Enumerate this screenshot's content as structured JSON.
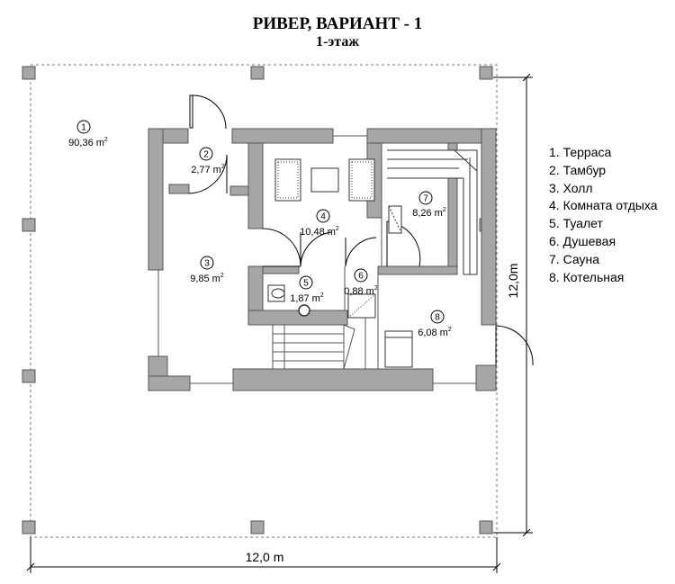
{
  "title": "РИВЕР, ВАРИАНТ - 1",
  "subtitle": "1-этаж",
  "legend": [
    "1. Терраса",
    "2. Тамбур",
    "3. Холл",
    "4. Комната отдыха",
    "5. Туалет",
    "6. Душевая",
    "7. Сауна",
    "8. Котельная"
  ],
  "rooms": [
    {
      "num": "1",
      "area": "90,36",
      "unit": "m",
      "exp": "2"
    },
    {
      "num": "2",
      "area": "2,77",
      "unit": "m",
      "exp": "2"
    },
    {
      "num": "3",
      "area": "9,85",
      "unit": "m",
      "exp": "2"
    },
    {
      "num": "4",
      "area": "10,48",
      "unit": "m",
      "exp": "2"
    },
    {
      "num": "5",
      "area": "1,87",
      "unit": "m",
      "exp": "2"
    },
    {
      "num": "6",
      "area": "0,88",
      "unit": "m",
      "exp": "2"
    },
    {
      "num": "7",
      "area": "8,26",
      "unit": "m",
      "exp": "2"
    },
    {
      "num": "8",
      "area": "6,08",
      "unit": "m",
      "exp": "2"
    }
  ],
  "dimensions": {
    "width": "12,0 m",
    "height": "12,0m"
  },
  "colors": {
    "wall": "#a6a6a6",
    "wall_stroke": "#555555",
    "line": "#000000"
  }
}
